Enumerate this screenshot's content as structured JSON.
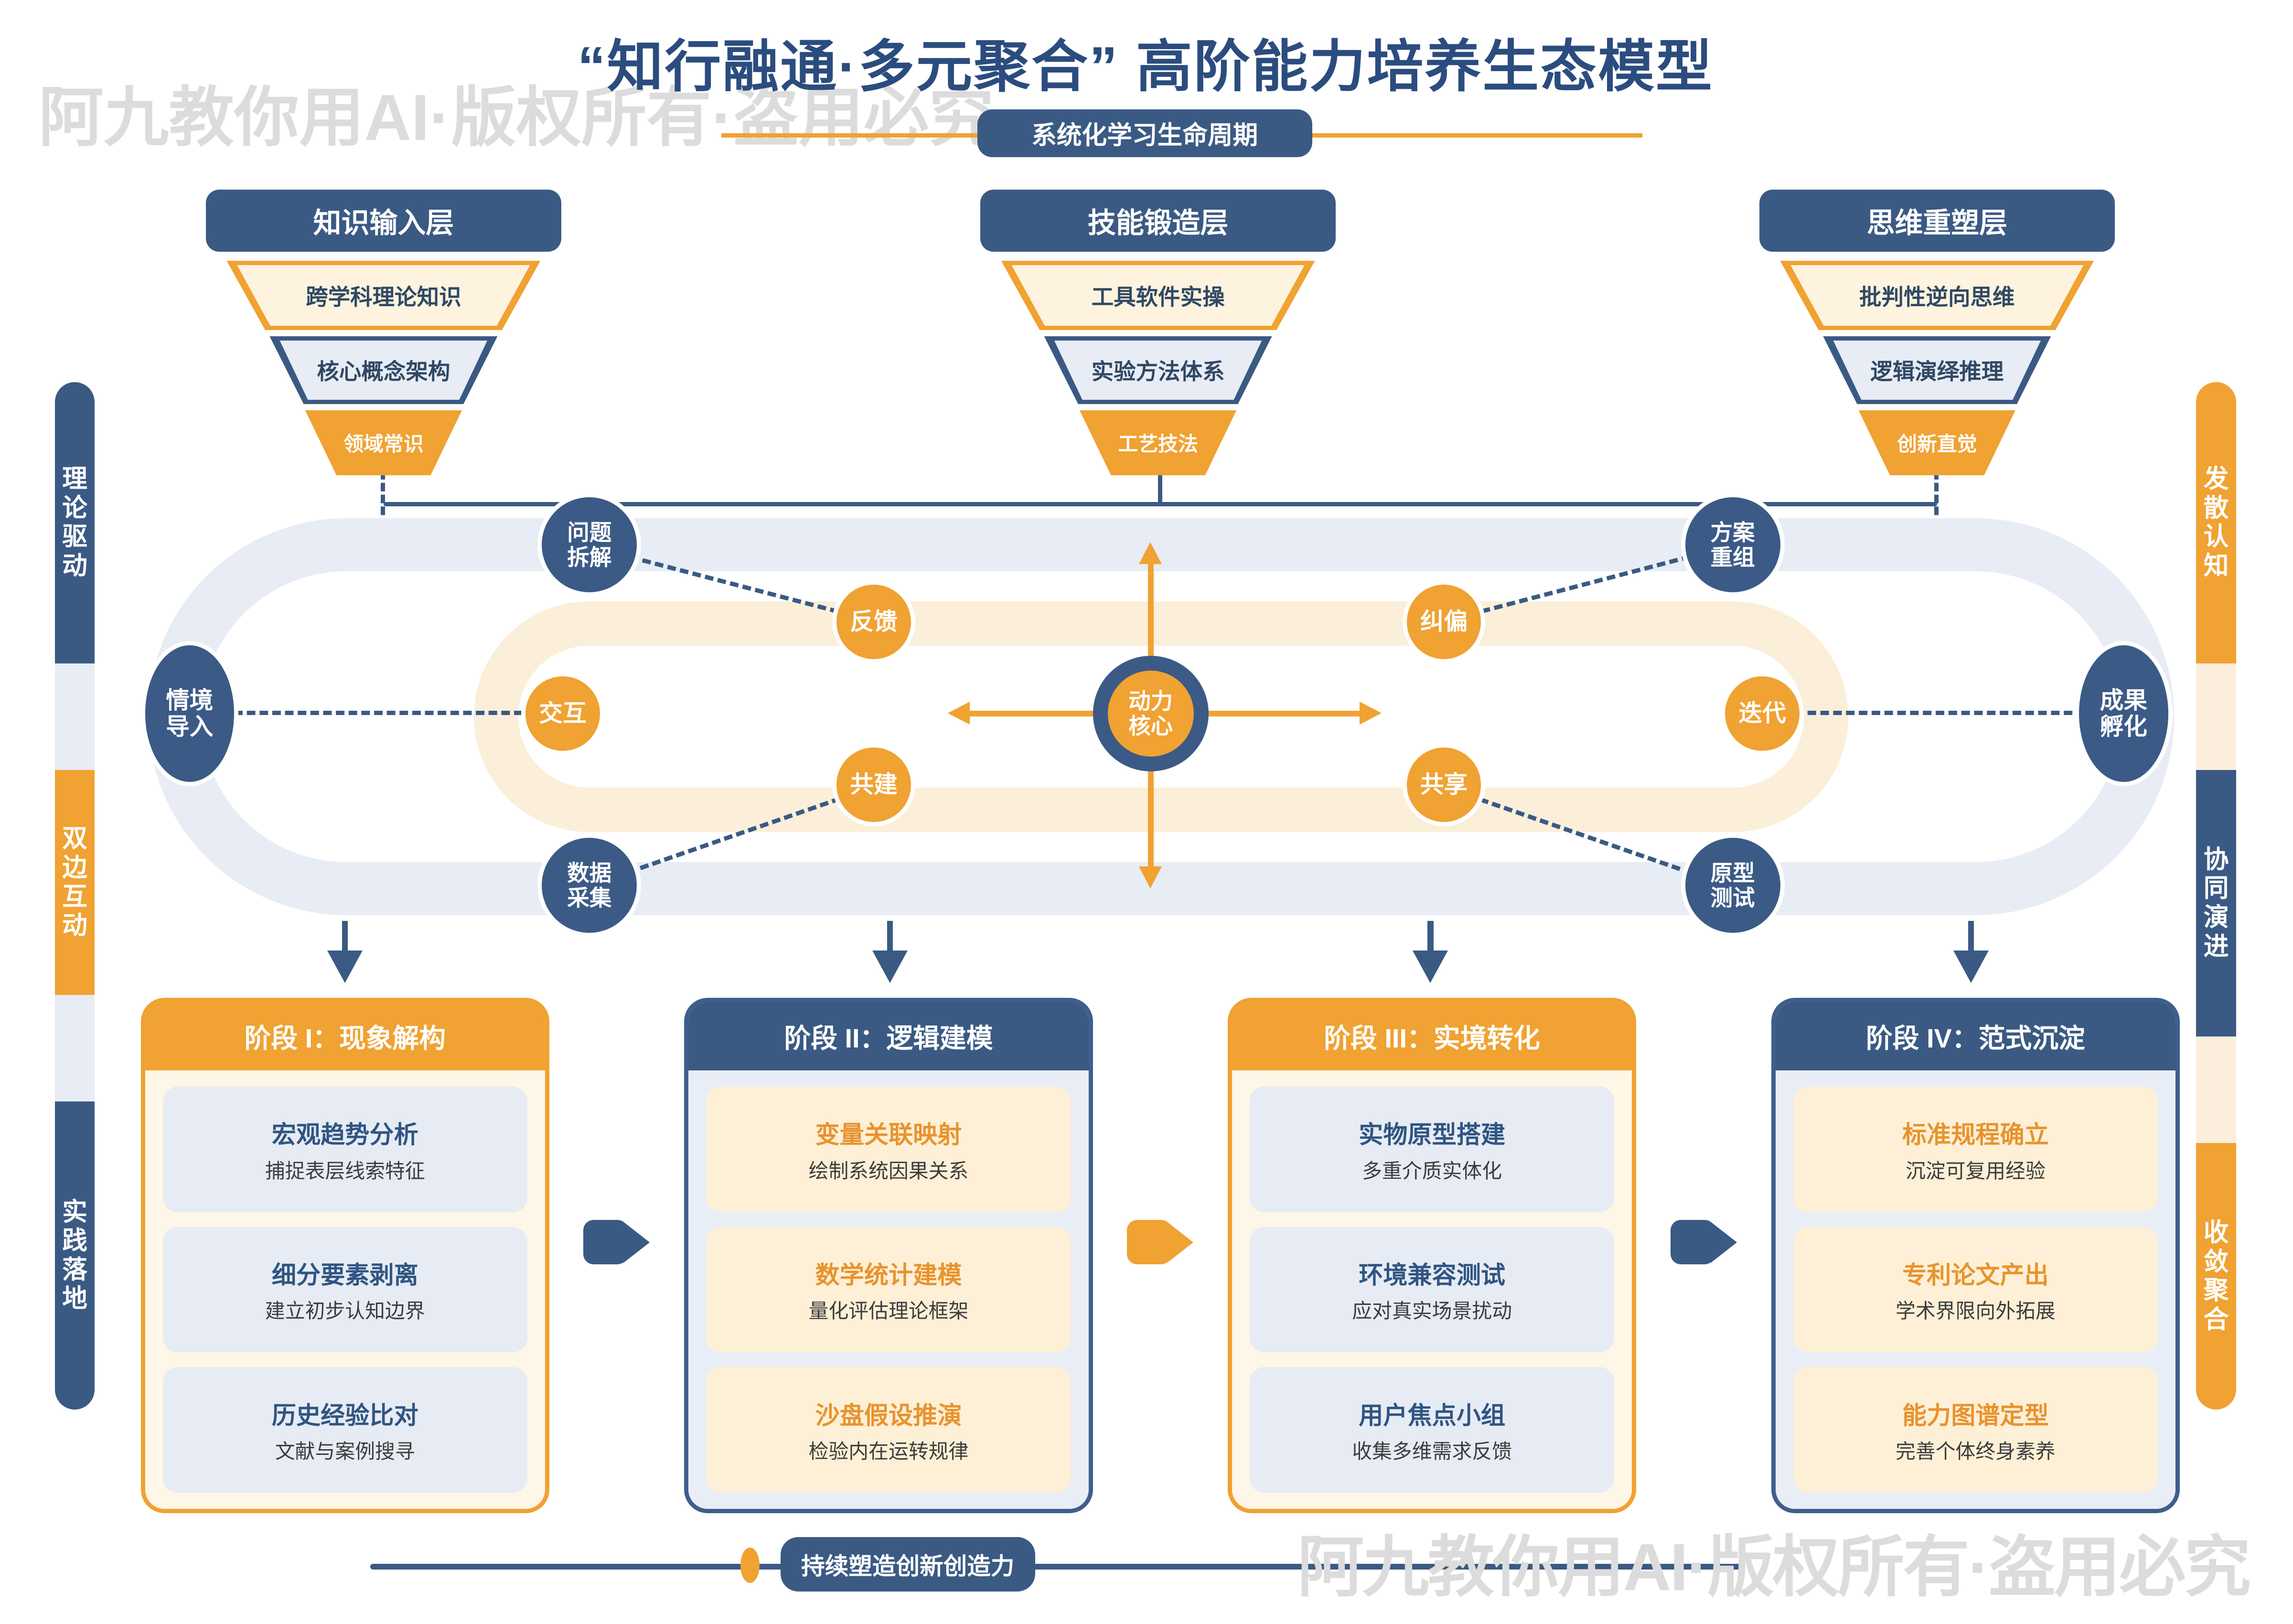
{
  "title": "“知行融通·多元聚合” 高阶能力培养生态模型",
  "watermark_text": "阿九教你用AI·版权所有·盗用必究",
  "subtitle_badge": "系统化学习生命周期",
  "funnels": [
    {
      "header": "知识输入层",
      "layers": [
        "跨学科理论知识",
        "核心概念架构",
        "领域常识"
      ]
    },
    {
      "header": "技能锻造层",
      "layers": [
        "工具软件实操",
        "实验方法体系",
        "工艺技法"
      ]
    },
    {
      "header": "思维重塑层",
      "layers": [
        "批判性逆向思维",
        "逻辑演绎推理",
        "创新直觉"
      ]
    }
  ],
  "side_bars": {
    "left": [
      {
        "label": "理论驱动",
        "color": "navy"
      },
      {
        "label": "双边互动",
        "color": "orange"
      },
      {
        "label": "实践落地",
        "color": "navy"
      }
    ],
    "right": [
      {
        "label": "发散认知",
        "color": "orange"
      },
      {
        "label": "协同演进",
        "color": "navy"
      },
      {
        "label": "收敛聚合",
        "color": "orange"
      }
    ]
  },
  "loop": {
    "start": "情境\n导入",
    "end": "成果\n孵化",
    "top_left": "问题\n拆解",
    "bottom_left": "数据\n采集",
    "top_right": "方案\n重组",
    "bottom_right": "原型\n测试",
    "feedback": "反馈",
    "interact": "交互",
    "cobuild": "共建",
    "correct": "纠偏",
    "share": "共享",
    "iterate": "迭代",
    "core": "动力\n核心"
  },
  "stages": [
    {
      "title": "阶段 I：现象解构",
      "items": [
        {
          "title": "宏观趋势分析",
          "sub": "捕捉表层线索特征"
        },
        {
          "title": "细分要素剥离",
          "sub": "建立初步认知边界"
        },
        {
          "title": "历史经验比对",
          "sub": "文献与案例搜寻"
        }
      ]
    },
    {
      "title": "阶段 II：逻辑建模",
      "items": [
        {
          "title": "变量关联映射",
          "sub": "绘制系统因果关系"
        },
        {
          "title": "数学统计建模",
          "sub": "量化评估理论框架"
        },
        {
          "title": "沙盘假设推演",
          "sub": "检验内在运转规律"
        }
      ]
    },
    {
      "title": "阶段 III：实境转化",
      "items": [
        {
          "title": "实物原型搭建",
          "sub": "多重介质实体化"
        },
        {
          "title": "环境兼容测试",
          "sub": "应对真实场景扰动"
        },
        {
          "title": "用户焦点小组",
          "sub": "收集多维需求反馈"
        }
      ]
    },
    {
      "title": "阶段 IV：范式沉淀",
      "items": [
        {
          "title": "标准规程确立",
          "sub": "沉淀可复用经验"
        },
        {
          "title": "专利论文产出",
          "sub": "学术界限向外拓展"
        },
        {
          "title": "能力图谱定型",
          "sub": "完善个体终身素养"
        }
      ]
    }
  ],
  "footer_badge": "持续塑造创新创造力",
  "colors": {
    "navy": "#3A5A84",
    "orange": "#F0A232",
    "cream": "#FDF3DE",
    "light_blue_gray": "#E8ECF4",
    "watermark_gray": "#DCDCDC"
  }
}
